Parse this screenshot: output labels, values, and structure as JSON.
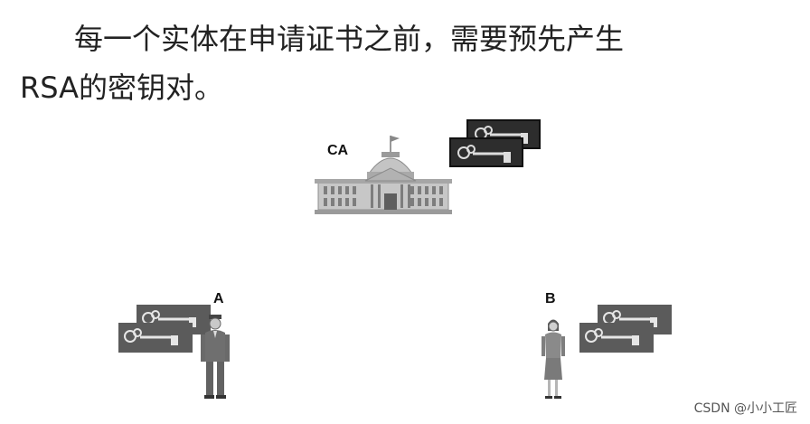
{
  "intro_text": {
    "line1": "每一个实体在申请证书之前，需要预先产生",
    "line2": "RSA的密钥对。"
  },
  "diagram": {
    "ca_label": "CA",
    "a_label": "A",
    "b_label": "B"
  },
  "watermark": "CSDN @小小工匠",
  "colors": {
    "keycard_dark": "#2d2d2d",
    "keycard_gray": "#5b5b5b",
    "building": "#b9b9b9"
  }
}
